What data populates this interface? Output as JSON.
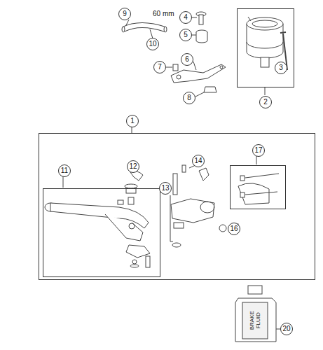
{
  "diagram": {
    "nodes": [
      {
        "text": [
          "2"
        ]
      },
      {
        "text": [
          "1"
        ]
      },
      {
        "text": [
          "11"
        ],
        "in": 1
      },
      {
        "text": [
          "17"
        ],
        "in": 1
      }
    ],
    "labels": [
      "9",
      "60 mm",
      "10",
      "4",
      "5",
      "3",
      "6",
      "7",
      "8",
      "12",
      "14",
      "13",
      "16",
      "20",
      "BRAKE FLUID"
    ]
  }
}
